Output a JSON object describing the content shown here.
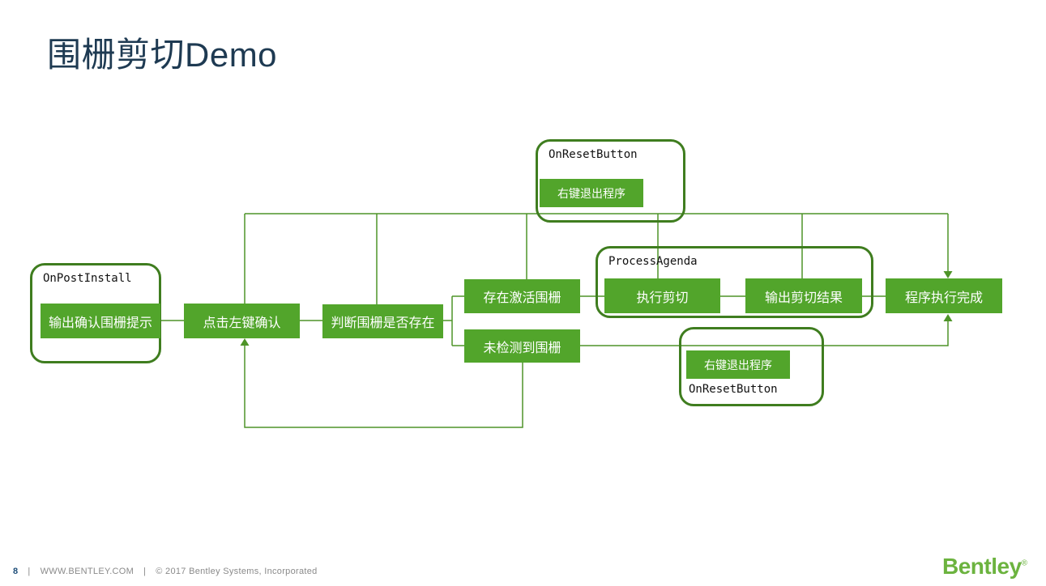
{
  "slide": {
    "title": "围栅剪切Demo"
  },
  "colors": {
    "node_fill": "#52a52b",
    "group_border": "#3f7d1f",
    "connector": "#4e9428",
    "title_text": "#1e3a52",
    "footer_gray": "#8a8a8a",
    "page_number_blue": "#1f4e79",
    "logo_green": "#6cb33f"
  },
  "diagram": {
    "groups": [
      {
        "name": "onpostinstall",
        "label": "OnPostInstall"
      },
      {
        "name": "processagenda",
        "label": "ProcessAgenda"
      },
      {
        "name": "onresetbutton-top",
        "label": "OnResetButton"
      },
      {
        "name": "onresetbutton-bottom",
        "label": "OnResetButton"
      }
    ],
    "nodes": [
      {
        "name": "output-confirm-fence-prompt",
        "label": "输出确认围栅提示"
      },
      {
        "name": "click-left-button-confirm",
        "label": "点击左键确认"
      },
      {
        "name": "judge-fence-exists",
        "label": "判断围栅是否存在"
      },
      {
        "name": "active-fence-exists",
        "label": "存在激活围栅"
      },
      {
        "name": "no-fence-detected",
        "label": "未检测到围栅"
      },
      {
        "name": "execute-clip",
        "label": "执行剪切"
      },
      {
        "name": "output-clip-result",
        "label": "输出剪切结果"
      },
      {
        "name": "program-execution-complete",
        "label": "程序执行完成"
      },
      {
        "name": "right-click-exit-top",
        "label": "右键退出程序"
      },
      {
        "name": "right-click-exit-bottom",
        "label": "右键退出程序"
      }
    ]
  },
  "footer": {
    "page_number": "8",
    "separator": "|",
    "website": "WWW.BENTLEY.COM",
    "copyright": "© 2017 Bentley Systems, Incorporated",
    "logo_text": "Bentley",
    "logo_mark": "®"
  }
}
